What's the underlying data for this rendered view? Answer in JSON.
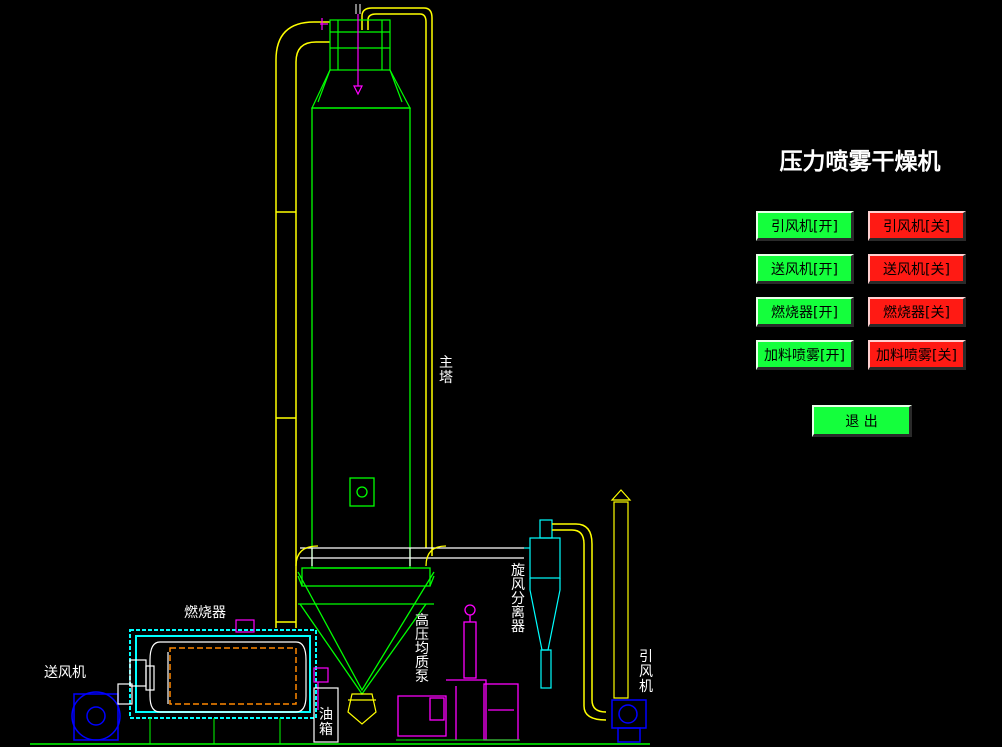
{
  "title": "压力喷雾干燥机",
  "buttons": [
    {
      "on": "引风机[开]",
      "off": "引风机[关]"
    },
    {
      "on": "送风机[开]",
      "off": "送风机[关]"
    },
    {
      "on": "燃烧器[开]",
      "off": "燃烧器[关]"
    },
    {
      "on": "加料喷雾[开]",
      "off": "加料喷雾[关]"
    }
  ],
  "exit_label": "退 出",
  "labels": {
    "tower": "主塔",
    "burner": "燃烧器",
    "blower": "送风机",
    "oil_tank": "油箱",
    "pump": "高压均质泵",
    "cyclone": "旋风分离器",
    "exhaust_fan": "引风机"
  },
  "colors": {
    "background": "#000000",
    "equipment": "#00ff00",
    "hot_air_pipe": "#ffff00",
    "furnace": "#00ffff",
    "pump": "#ff00ff",
    "fan": "#0000ff",
    "button_on": "#14ff3c",
    "button_off": "#ff1a14"
  }
}
